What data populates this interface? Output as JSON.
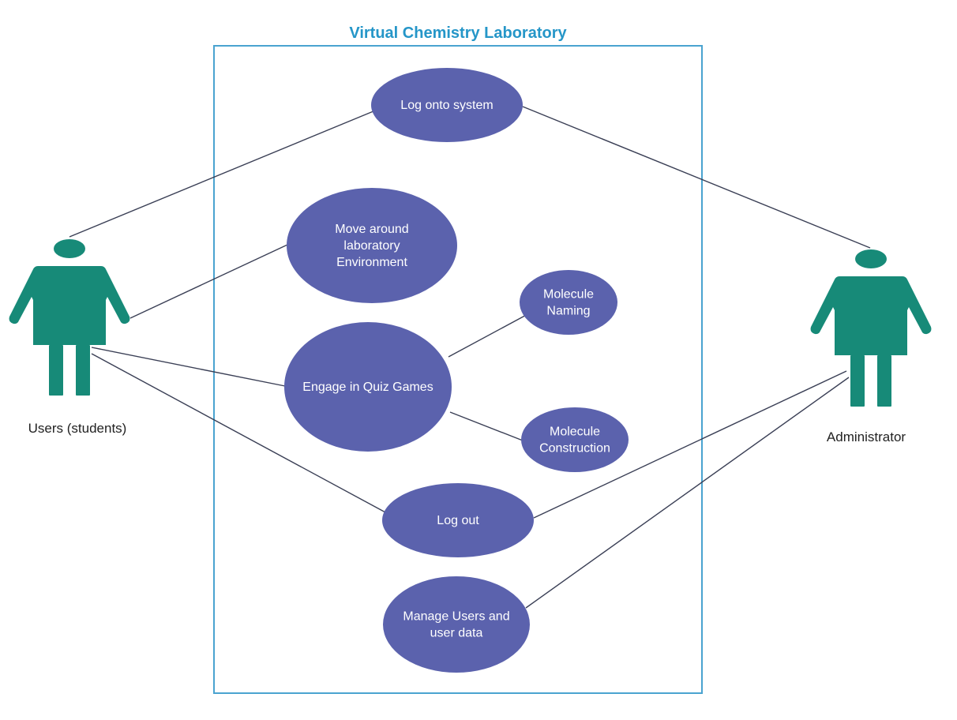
{
  "title": "Virtual Chemistry Laboratory",
  "colors": {
    "title": "#2596c8",
    "boundary": "#4aa3d0",
    "use_case_fill": "#5b62ad",
    "use_case_text": "#ffffff",
    "actor_fill": "#178a78",
    "line": "#3a3f55"
  },
  "actors": {
    "users": {
      "label": "Users (students)",
      "icon": "person-icon"
    },
    "admin": {
      "label": "Administrator",
      "icon": "person-icon"
    }
  },
  "use_cases": {
    "login": {
      "lines": [
        "Log onto system"
      ]
    },
    "move": {
      "lines": [
        "Move around",
        "laboratory",
        "Environment"
      ]
    },
    "quiz": {
      "lines": [
        "Engage in Quiz Games"
      ]
    },
    "naming": {
      "lines": [
        "Molecule",
        "Naming"
      ]
    },
    "construction": {
      "lines": [
        "Molecule",
        "Construction"
      ]
    },
    "logout": {
      "lines": [
        "Log out"
      ]
    },
    "manage": {
      "lines": [
        "Manage Users and",
        "user data"
      ]
    }
  },
  "associations": [
    {
      "from": "users",
      "to": "login"
    },
    {
      "from": "users",
      "to": "move"
    },
    {
      "from": "users",
      "to": "quiz"
    },
    {
      "from": "users",
      "to": "logout"
    },
    {
      "from": "admin",
      "to": "login"
    },
    {
      "from": "admin",
      "to": "logout"
    },
    {
      "from": "admin",
      "to": "manage"
    },
    {
      "from": "quiz",
      "to": "naming"
    },
    {
      "from": "quiz",
      "to": "construction"
    }
  ]
}
